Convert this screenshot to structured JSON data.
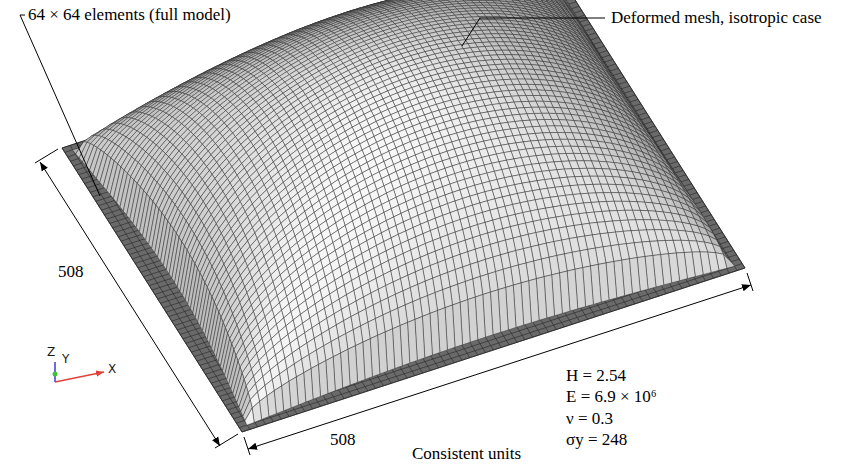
{
  "diagram": {
    "labels": [
      "64 × 64 elements (full model)",
      "Deformed mesh, isotropic case",
      "508",
      "508",
      "H = 2.54",
      "E = 6.9 × 10⁶",
      "ν = 0.3",
      "σy = 248",
      "Consistent units",
      "Z",
      "Y",
      "X"
    ]
  }
}
